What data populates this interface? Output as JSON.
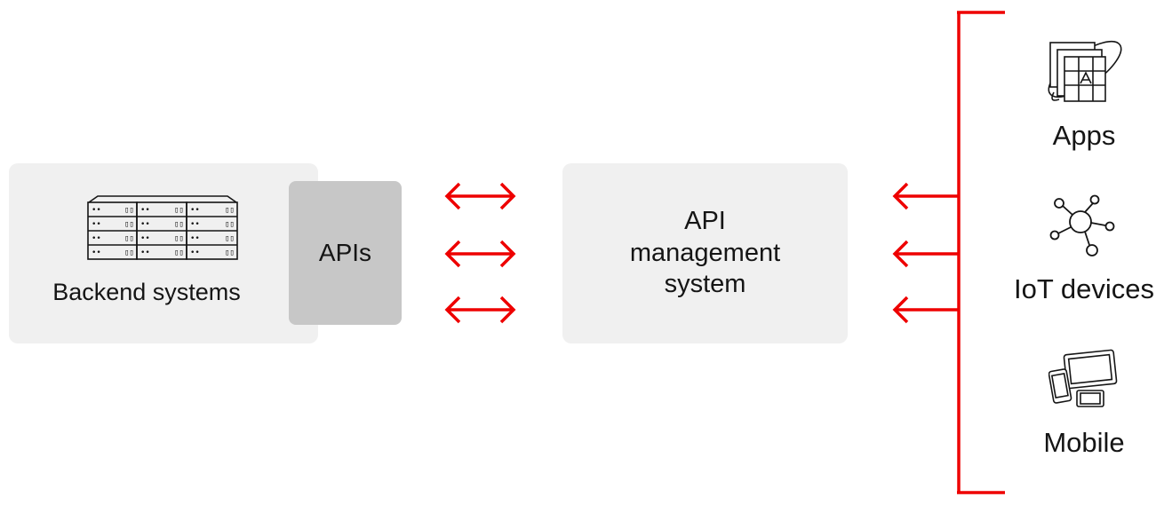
{
  "backend": {
    "label": "Backend systems",
    "icon": "server-rack-icon"
  },
  "apis": {
    "label": "APIs"
  },
  "api_management": {
    "label": "API\nmanagement\nsystem"
  },
  "clients": [
    {
      "label": "Apps",
      "icon": "apps-icon"
    },
    {
      "label": "IoT devices",
      "icon": "iot-icon"
    },
    {
      "label": "Mobile",
      "icon": "mobile-devices-icon"
    }
  ],
  "colors": {
    "accent": "#ee0000",
    "panel": "#f0f0f0",
    "apis_panel": "#c7c7c7",
    "text": "#151515"
  }
}
